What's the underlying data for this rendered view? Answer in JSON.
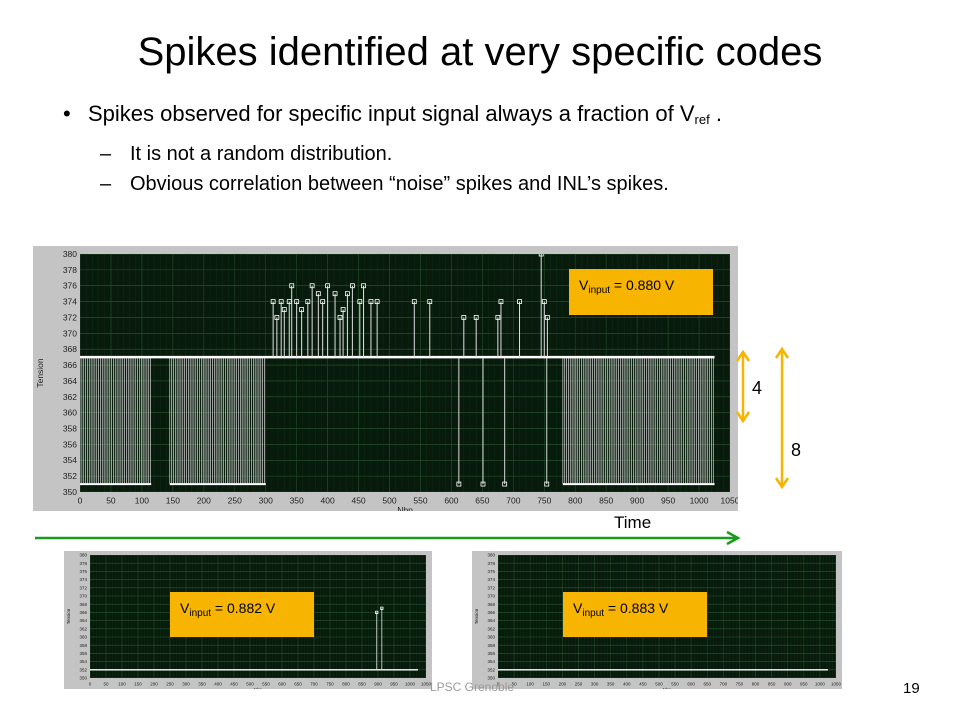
{
  "title": "Spikes identified at very specific codes",
  "bullets": {
    "main_pre": "Spikes observed for specific input signal always a fraction of V",
    "main_sub": "ref",
    "main_post": " .",
    "sub1": "It is not a random distribution.",
    "sub2": "Obvious correlation between “noise” spikes and INL’s spikes.",
    "dash": "–",
    "dot": "•"
  },
  "colors": {
    "orange_box": "#f7b400",
    "arrow_orange": "#f7b400",
    "arrow_green": "#1a9a1a",
    "plot_bg": "#071a0b",
    "trace": "#ffffff"
  },
  "annotations": {
    "time_label": "Time",
    "arrow_small": "4",
    "arrow_large": "8",
    "footer": "LPSC Grenoble",
    "page_number": "19"
  },
  "chart_data": [
    {
      "type": "line",
      "xlabel": "Nbp",
      "ylabel": "Tension",
      "xlim": [
        0,
        1050
      ],
      "ylim": [
        350,
        380
      ],
      "xticks": [
        0,
        50,
        100,
        150,
        200,
        250,
        300,
        350,
        400,
        450,
        500,
        550,
        600,
        650,
        700,
        750,
        800,
        850,
        900,
        950,
        1000,
        1050
      ],
      "yticks": [
        350,
        352,
        354,
        356,
        358,
        360,
        362,
        364,
        366,
        368,
        370,
        372,
        374,
        376,
        378,
        380
      ],
      "baseline": 367,
      "low_regions": [
        [
          0,
          115
        ],
        [
          145,
          300
        ],
        [
          780,
          1025
        ]
      ],
      "low_value": 351,
      "up_spikes": [
        [
          312,
          374
        ],
        [
          318,
          372
        ],
        [
          325,
          374
        ],
        [
          330,
          373
        ],
        [
          338,
          374
        ],
        [
          342,
          376
        ],
        [
          350,
          374
        ],
        [
          358,
          373
        ],
        [
          368,
          374
        ],
        [
          375,
          376
        ],
        [
          385,
          375
        ],
        [
          392,
          374
        ],
        [
          400,
          376
        ],
        [
          412,
          375
        ],
        [
          420,
          372
        ],
        [
          425,
          373
        ],
        [
          432,
          375
        ],
        [
          440,
          376
        ],
        [
          452,
          374
        ],
        [
          458,
          376
        ],
        [
          470,
          374
        ],
        [
          480,
          374
        ],
        [
          540,
          374
        ],
        [
          565,
          374
        ],
        [
          620,
          372
        ],
        [
          640,
          372
        ],
        [
          675,
          372
        ],
        [
          680,
          374
        ],
        [
          710,
          374
        ],
        [
          745,
          380
        ],
        [
          750,
          374
        ],
        [
          755,
          372
        ]
      ],
      "down_spikes": [
        [
          612,
          351
        ],
        [
          651,
          351
        ],
        [
          686,
          351
        ],
        [
          754,
          351
        ]
      ],
      "label_pre": "V",
      "label_sub": "input",
      "label_post": " = 0.880 V",
      "grid": true
    },
    {
      "type": "line",
      "xlabel": "Nbp",
      "ylabel": "Tension",
      "xlim": [
        0,
        1050
      ],
      "ylim": [
        350,
        380
      ],
      "xticks": [
        0,
        50,
        100,
        150,
        200,
        250,
        300,
        350,
        400,
        450,
        500,
        550,
        600,
        650,
        700,
        750,
        800,
        850,
        900,
        950,
        1000,
        1050
      ],
      "yticks": [
        350,
        352,
        354,
        356,
        358,
        360,
        362,
        364,
        366,
        368,
        370,
        372,
        374,
        376,
        378,
        380
      ],
      "baseline": 352,
      "up_spikes": [
        [
          896,
          366
        ],
        [
          912,
          367
        ]
      ],
      "low_regions": [],
      "down_spikes": [],
      "low_value": 351,
      "label_pre": "V",
      "label_sub": "input",
      "label_post": " = 0.882 V",
      "grid": true
    },
    {
      "type": "line",
      "xlabel": "Nbp",
      "ylabel": "Tension",
      "xlim": [
        0,
        1050
      ],
      "ylim": [
        350,
        380
      ],
      "xticks": [
        0,
        50,
        100,
        150,
        200,
        250,
        300,
        350,
        400,
        450,
        500,
        550,
        600,
        650,
        700,
        750,
        800,
        850,
        900,
        950,
        1000,
        1050
      ],
      "yticks": [
        350,
        352,
        354,
        356,
        358,
        360,
        362,
        364,
        366,
        368,
        370,
        372,
        374,
        376,
        378,
        380
      ],
      "baseline": 352,
      "up_spikes": [],
      "low_regions": [],
      "down_spikes": [],
      "low_value": 351,
      "label_pre": "V",
      "label_sub": "input",
      "label_post": " = 0.883 V",
      "grid": true
    }
  ]
}
